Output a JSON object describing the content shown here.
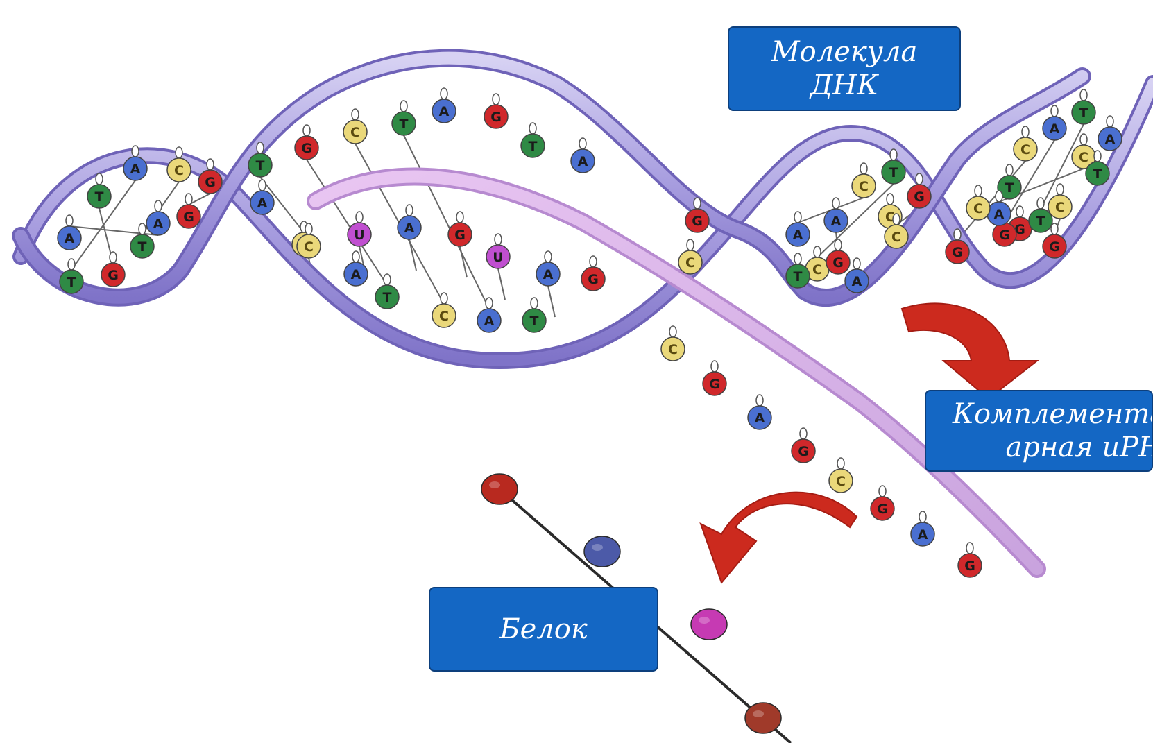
{
  "labels": {
    "dna": "Молекула\nДНК",
    "mrna": "Комплементарная\nарная иРНК",
    "protein": "Белок"
  },
  "colors": {
    "callout_fill": "#1467c4",
    "helix_strand": "#b6aee6",
    "mrna_strand": "#d6b3e8",
    "arrow": "#cc2a1e",
    "A": "#4a6fd0",
    "T": "#2f8a45",
    "G": "#d0282b",
    "C": "#ead87a",
    "U": "#c04fd0"
  },
  "icons": [
    "curved-arrow-icon",
    "curved-arrow-icon"
  ],
  "nucleotides": {
    "top_strand": [
      "A",
      "T",
      "C",
      "A",
      "G",
      "T",
      "A",
      "G",
      "C",
      "T",
      "A",
      "G",
      "T",
      "A",
      "C",
      "T",
      "C",
      "A",
      "G",
      "T",
      "C",
      "A",
      "T",
      "C",
      "A",
      "C",
      "G",
      "T"
    ],
    "bottom_strand": [
      "T",
      "G",
      "T",
      "A",
      "G",
      "C",
      "A",
      "T",
      "C",
      "A",
      "T",
      "G",
      "C",
      "G",
      "A",
      "C",
      "T",
      "G",
      "C",
      "A",
      "G",
      "G",
      "T",
      "A",
      "C",
      "G"
    ],
    "mrna": [
      "C",
      "U",
      "A",
      "G",
      "U",
      "A"
    ],
    "free_tail": [
      "C",
      "G",
      "A",
      "G",
      "C",
      "G",
      "A",
      "G"
    ]
  },
  "protein_beads": [
    "#b8291f",
    "#4c5aa8",
    "#c63ab3",
    "#a03a2a"
  ]
}
